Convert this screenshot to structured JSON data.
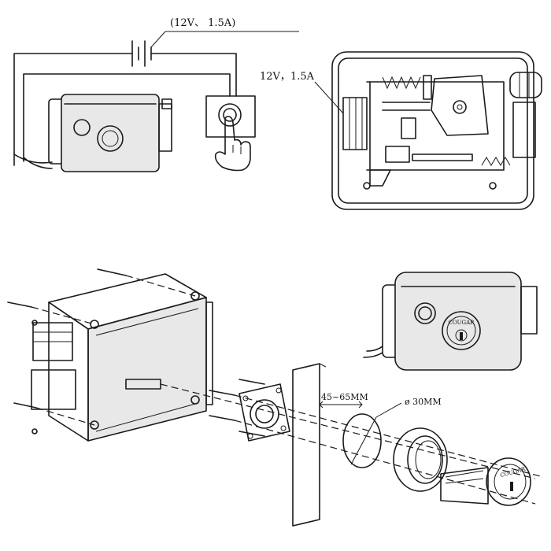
{
  "labels": {
    "battery_rating": "(12V、 1.5A)",
    "lock_rating": "12V，1.5A",
    "mount_distance": "45~65MM",
    "hole_diameter": "ø 30MM",
    "brand_lock_face": "COUGAR",
    "brand_cylinder": "COUGAR"
  },
  "colors": {
    "ink": "#1a1a1a",
    "shade": "#e8e8e8",
    "background": "#ffffff"
  },
  "icons": [
    "battery-icon",
    "push-button-icon",
    "hand-icon",
    "key-cylinder-icon",
    "screw-icon"
  ]
}
